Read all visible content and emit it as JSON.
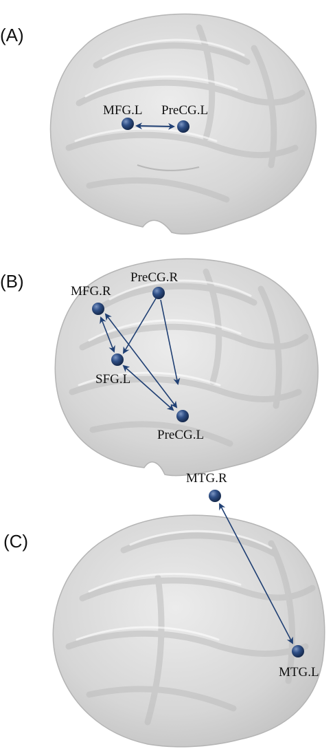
{
  "colors": {
    "brain_fill": "#d9d9d9",
    "brain_stroke": "#b4b4b4",
    "fold": "#bdbdbd",
    "node": "#2c4a7c",
    "edge": "#1f3f73",
    "background": "#ffffff"
  },
  "panels": [
    {
      "id": "A",
      "label": "(A)",
      "nodes": [
        {
          "id": "mfg_l",
          "label": "MFG.L"
        },
        {
          "id": "precg_l",
          "label": "PreCG.L"
        }
      ],
      "edges": [
        {
          "from": "mfg_l",
          "to": "precg_l",
          "direction": "bidirectional"
        }
      ]
    },
    {
      "id": "B",
      "label": "(B)",
      "nodes": [
        {
          "id": "mfg_r",
          "label": "MFG.R"
        },
        {
          "id": "precg_r",
          "label": "PreCG.R"
        },
        {
          "id": "sfg_l",
          "label": "SFG.L"
        },
        {
          "id": "precg_l",
          "label": "PreCG.L"
        }
      ],
      "edges": [
        {
          "from": "mfg_r",
          "to": "sfg_l",
          "direction": "bidirectional"
        },
        {
          "from": "mfg_r",
          "to": "precg_l",
          "direction": "bidirectional"
        },
        {
          "from": "sfg_l",
          "to": "precg_l",
          "direction": "bidirectional"
        },
        {
          "from": "precg_r",
          "to": "sfg_l",
          "direction": "forward"
        },
        {
          "from": "precg_r",
          "to": "precg_l",
          "direction": "forward"
        }
      ]
    },
    {
      "id": "C",
      "label": "(C)",
      "nodes": [
        {
          "id": "mtg_r",
          "label": "MTG.R"
        },
        {
          "id": "mtg_l",
          "label": "MTG.L"
        }
      ],
      "edges": [
        {
          "from": "mtg_r",
          "to": "mtg_l",
          "direction": "bidirectional"
        }
      ]
    }
  ]
}
